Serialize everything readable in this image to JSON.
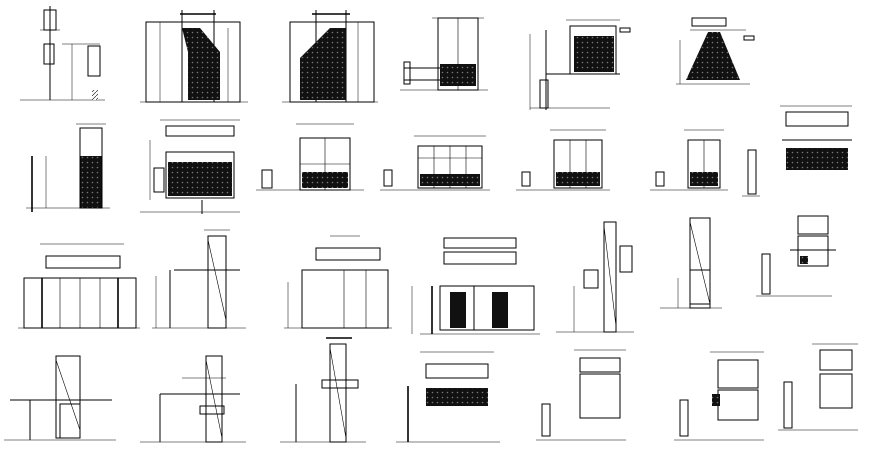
{
  "drawing": {
    "title": "",
    "background": "#ffffff",
    "ink": "#000000"
  },
  "rows": [
    {
      "id": "row-1",
      "details": [
        "detail-1-1",
        "detail-1-2",
        "detail-1-3",
        "detail-1-4",
        "detail-1-5",
        "detail-1-6"
      ]
    },
    {
      "id": "row-2",
      "details": [
        "detail-2-1",
        "detail-2-2",
        "detail-2-3",
        "detail-2-4",
        "detail-2-5",
        "detail-2-6",
        "detail-2-7"
      ]
    },
    {
      "id": "row-3",
      "details": [
        "detail-3-1",
        "detail-3-2",
        "detail-3-3",
        "detail-3-4",
        "detail-3-5",
        "detail-3-6",
        "detail-3-7"
      ]
    },
    {
      "id": "row-4",
      "details": [
        "detail-4-1",
        "detail-4-2",
        "detail-4-3",
        "detail-4-4",
        "detail-4-5",
        "detail-4-6",
        "detail-4-7"
      ]
    }
  ],
  "note": ""
}
